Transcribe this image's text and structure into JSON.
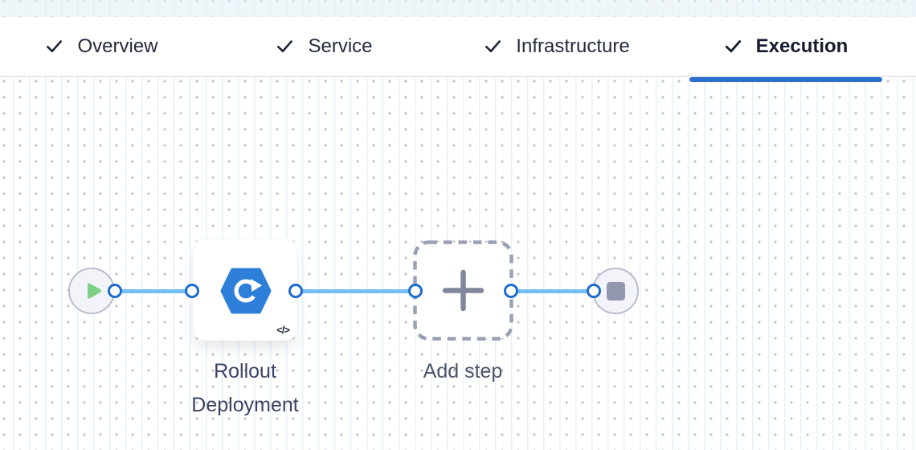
{
  "header": {
    "tabs": [
      {
        "label": "Overview",
        "state": "completed",
        "active": false
      },
      {
        "label": "Service",
        "state": "completed",
        "active": false
      },
      {
        "label": "Infrastructure",
        "state": "completed",
        "active": false
      },
      {
        "label": "Execution",
        "state": "completed",
        "active": true
      }
    ]
  },
  "pipeline": {
    "start_node": {
      "icon": "play-icon"
    },
    "steps": [
      {
        "label": "Rollout Deployment",
        "icon": "rollout-deployment-hexagon-icon",
        "badge": "</>"
      },
      {
        "label": "Add step",
        "icon": "plus-icon"
      }
    ],
    "end_node": {
      "icon": "stop-icon"
    }
  },
  "colors": {
    "accent": "#2c6ecb",
    "connector": "#73bff3",
    "port_ring": "#1e6bd0",
    "rollout_icon": "#2e7fd9",
    "play": "#7fd084",
    "stop": "#9197ae",
    "dashed_border": "#9aa0b5"
  }
}
